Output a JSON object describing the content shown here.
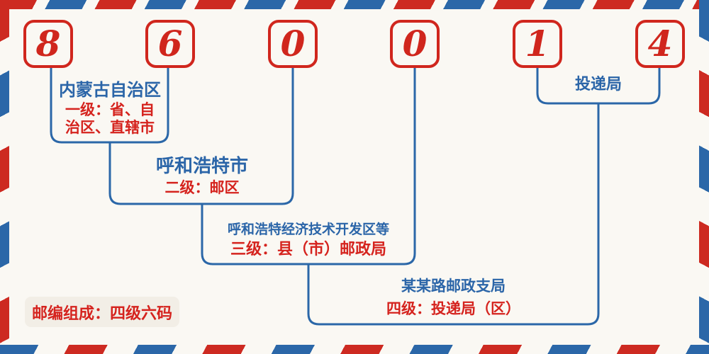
{
  "postal_code": {
    "digits": [
      "8",
      "6",
      "0",
      "0",
      "1",
      "4"
    ]
  },
  "levels": [
    {
      "name": "内蒙古自治区",
      "desc_lines": [
        "一级：省、自",
        "治区、直辖市"
      ]
    },
    {
      "name": "呼和浩特市",
      "desc": "二级：邮区"
    },
    {
      "name": "呼和浩特经济技术开发区等",
      "desc": "三级：县（市）邮政局"
    },
    {
      "name": "某某路邮政支局",
      "desc": "四级：投递局（区）"
    },
    {
      "name": "投递局"
    }
  ],
  "badge": {
    "text": "邮编组成：四级六码"
  },
  "colors": {
    "red": "#d0261d",
    "blue": "#2b67a8",
    "background": "#faf8f3",
    "badge_background": "#f2eee6"
  }
}
